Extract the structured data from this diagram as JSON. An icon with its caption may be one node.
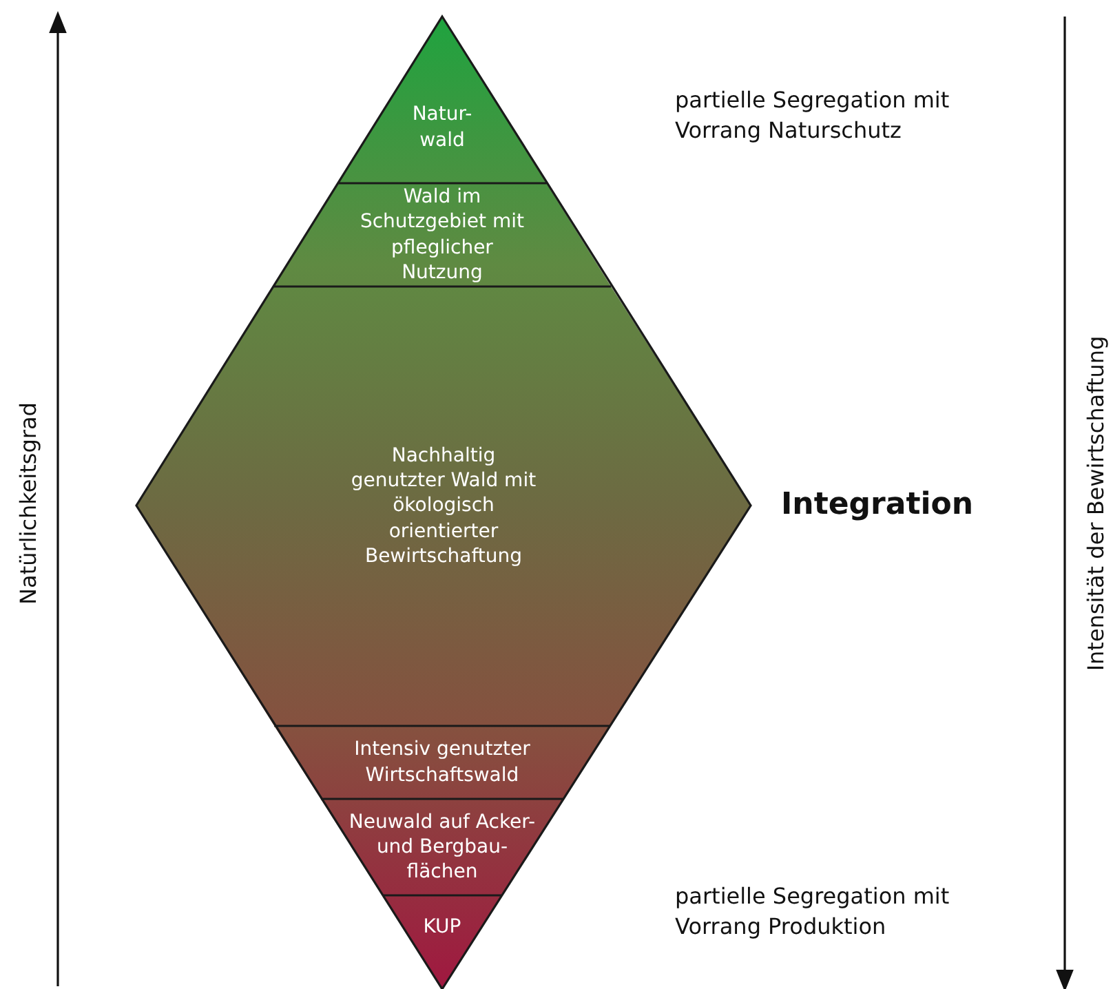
{
  "diagram": {
    "nodes": [
      {
        "text": [
          "Natur- wald"
        ]
      },
      {
        "text": [
          "Wald im Schutzgebiet mit pfleglicher Nutzung"
        ]
      },
      {
        "text": [
          "Nachhaltig genutzter Wald mit ökologisch orientierter Bewirtschaftung"
        ]
      },
      {
        "text": [
          "Intensiv genutzter Wirtschaftswald"
        ]
      },
      {
        "text": [
          "Neuwald auf Acker- und Bergbau- flächen"
        ]
      },
      {
        "text": [
          "KUP"
        ]
      }
    ],
    "edges": [],
    "labels": [
      "Natürlichkeitsgrad",
      "partielle Segregation mit Vorrang Naturschutz",
      "Integration",
      "partielle Segregation mit Vorrang Produktion",
      "Intensität der Bewirtschaftung"
    ]
  }
}
